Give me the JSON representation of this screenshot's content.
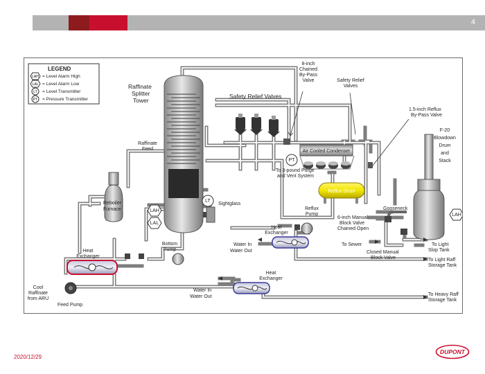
{
  "slide": {
    "page_number": "4",
    "date": "2020/12/29",
    "logo_text": "DUPONT"
  },
  "legend": {
    "title": "LEGEND",
    "items": [
      {
        "tag": "LAH",
        "desc": "= Level Alarm High"
      },
      {
        "tag": "LAL",
        "desc": "= Level Alarm Low"
      },
      {
        "tag": "LT",
        "desc": "= Level Transmitter"
      },
      {
        "tag": "PT",
        "desc": "= Pressure Transmitter"
      }
    ]
  },
  "labels": {
    "tower": [
      "Raffinate",
      "Splitter",
      "Tower"
    ],
    "safety_relief_valves": "Safety Relief Valves",
    "chained_bypass": [
      "8-inch",
      "Chained",
      "By-Pass",
      "Valve"
    ],
    "safety_relief": [
      "Safety Relief",
      "Valves"
    ],
    "reflux_bypass": [
      "1.5-inch Reflux",
      "By-Pass Valve"
    ],
    "blowdown": [
      "F-20",
      "Blowdown",
      "Drum",
      "and",
      "Stack"
    ],
    "condenser": "Air Cooled Condenser",
    "pt_tag": "PT",
    "purge": [
      "To 3-pound Purge",
      "and Vent System"
    ],
    "reflux_drum": "Reflux Drum",
    "raffinate_feed": [
      "Raffinate",
      "Feed"
    ],
    "sightglass": "Sightglass",
    "lt_tag": "LT",
    "reboiler": [
      "Reboiler",
      "Furnace"
    ],
    "lah_tag": "LAH",
    "lal_tag": "LAL",
    "reflux_pump": [
      "Reflux",
      "Pump"
    ],
    "gooseneck": "Gooseneck",
    "manual_block_open": [
      "6-inch Manual",
      "Block Valve",
      "Chained Open"
    ],
    "lah_right": "LAH",
    "heat_exchanger_mid": [
      "Heat",
      "Exchanger"
    ],
    "water_in_1": "Water In",
    "water_out_1": "Water Out",
    "to_sewer": "To Sewer",
    "closed_manual": [
      "Closed Manual",
      "Block Valve"
    ],
    "to_light_slop": [
      "To Light",
      "Slop Tank"
    ],
    "to_light_raff": [
      "To Light Raff",
      "Storage Tank"
    ],
    "bottom_pump": [
      "Bottom",
      "Pump"
    ],
    "heat_exchanger_left": [
      "Heat",
      "Exchanger"
    ],
    "heat_exchanger_bottom": [
      "Heat",
      "Exchanger"
    ],
    "cool_raffinate": [
      "Cool",
      "Raffinate",
      "from ARU"
    ],
    "feed_pump": "Feed Pump",
    "water_in_2": "Water In",
    "water_out_2": "Water Out",
    "to_heavy_raff": [
      "To Heavy Raff",
      "Storage Tank"
    ]
  },
  "colors": {
    "accent_red": "#c8102e",
    "dark_red": "#8e1b1e",
    "bar_gray": "#b3b3b3",
    "drum_yellow": "#f2e600",
    "exchanger_blue": "#3b3b9a"
  }
}
